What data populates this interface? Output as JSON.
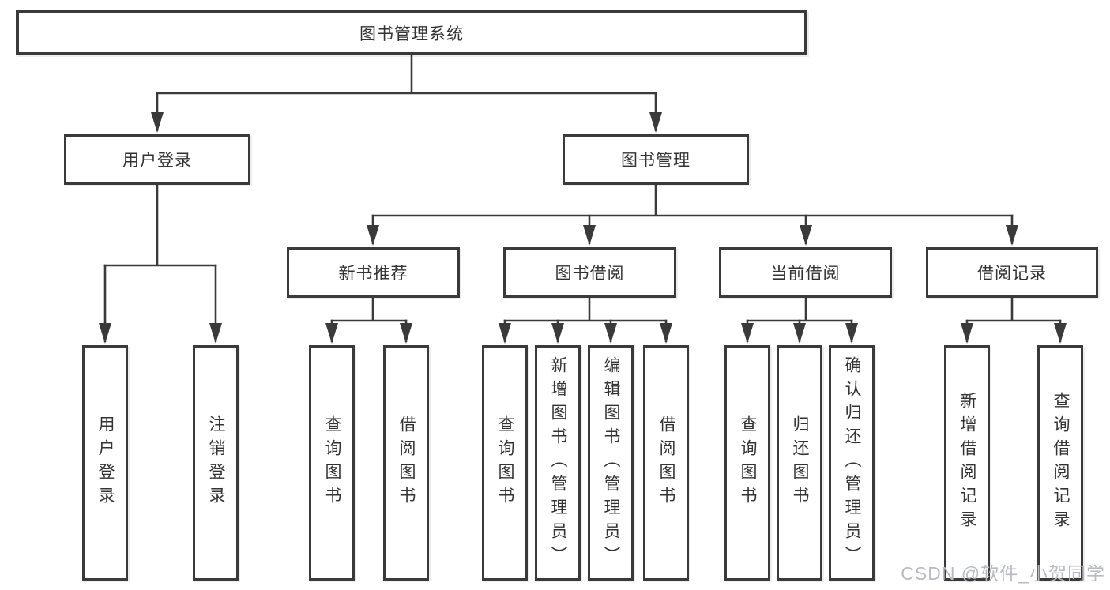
{
  "tree": {
    "label": "图书管理系统",
    "children": [
      {
        "label": "用户登录",
        "children": [
          {
            "label": "用户登录"
          },
          {
            "label": "注销登录"
          }
        ]
      },
      {
        "label": "图书管理",
        "children": [
          {
            "label": "新书推荐",
            "children": [
              {
                "label": "查询图书"
              },
              {
                "label": "借阅图书"
              }
            ]
          },
          {
            "label": "图书借阅",
            "children": [
              {
                "label": "查询图书"
              },
              {
                "label": "新增图书（管理员）"
              },
              {
                "label": "编辑图书（管理员）"
              },
              {
                "label": "借阅图书"
              }
            ]
          },
          {
            "label": "当前借阅",
            "children": [
              {
                "label": "查询图书"
              },
              {
                "label": "归还图书"
              },
              {
                "label": "确认归还（管理员）"
              }
            ]
          },
          {
            "label": "借阅记录",
            "children": [
              {
                "label": "新增借阅记录"
              },
              {
                "label": "查询借阅记录"
              }
            ]
          }
        ]
      }
    ]
  },
  "watermark": "CSDN @软件_小贺同学",
  "colors": {
    "line": "#3a3a3a",
    "text": "#333333",
    "watermark": "#b7babf",
    "background": "#ffffff"
  }
}
